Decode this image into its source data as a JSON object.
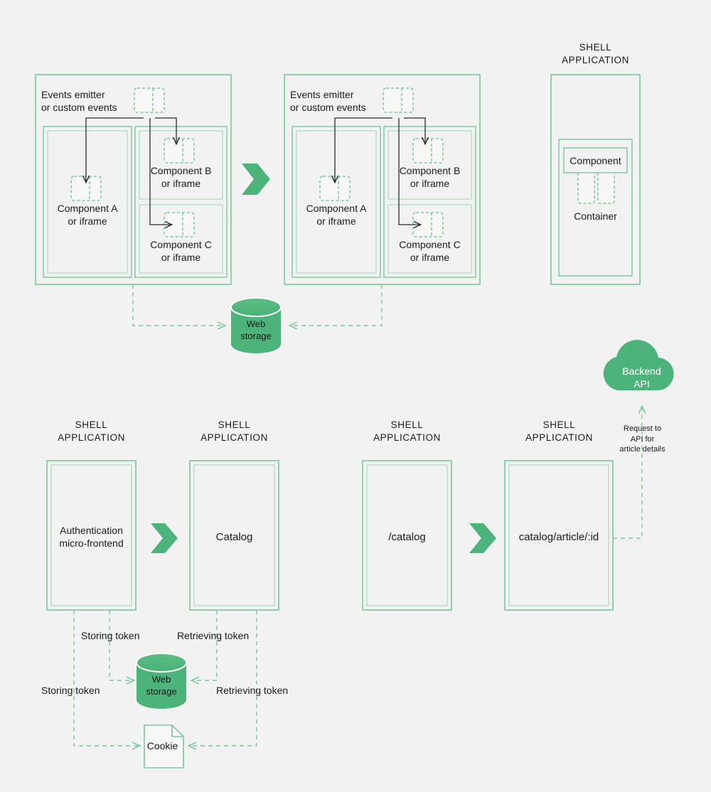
{
  "palette": {
    "background": "#f2f2f2",
    "box_stroke": "#7ac79b",
    "accent_fill": "#4cb37a",
    "dash_stroke": "#79c79c",
    "arrow_stroke": "#2b2b2b",
    "text": "#1a1a1a",
    "white": "#ffffff"
  },
  "top_section": {
    "panels": [
      {
        "id": "panel-left",
        "emitter_label": "Events emitter\nor custom events",
        "components": [
          {
            "id": "component-a",
            "label": "Component A\nor iframe"
          },
          {
            "id": "component-b",
            "label": "Component B\nor iframe"
          },
          {
            "id": "component-c",
            "label": "Component C\nor iframe"
          }
        ]
      },
      {
        "id": "panel-right",
        "emitter_label": "Events emitter\nor custom events",
        "components": [
          {
            "id": "component-a",
            "label": "Component A\nor iframe"
          },
          {
            "id": "component-b",
            "label": "Component B\nor iframe"
          },
          {
            "id": "component-c",
            "label": "Component C\nor iframe"
          }
        ]
      }
    ],
    "shell": {
      "caption": "SHELL\nAPPLICATION",
      "component_label": "Component",
      "container_label": "Container"
    },
    "web_storage_label": "Web\nstorage"
  },
  "bottom_section": {
    "steps": [
      {
        "id": "step-auth",
        "caption": "SHELL\nAPPLICATION",
        "label": "Authentication\nmicro-frontend"
      },
      {
        "id": "step-catalog",
        "caption": "SHELL\nAPPLICATION",
        "label": "Catalog"
      },
      {
        "id": "step-route",
        "caption": "SHELL\nAPPLICATION",
        "label": "/catalog"
      },
      {
        "id": "step-article",
        "caption": "SHELL\nAPPLICATION",
        "label": "catalog/article/:id"
      }
    ],
    "backend": {
      "label": "Backend\nAPI",
      "request_label": "Request to\nAPI for\narticle details"
    },
    "storage": {
      "web_storage_label": "Web\nstorage",
      "cookie_label": "Cookie"
    },
    "edge_labels": {
      "storing_token_upper": "Storing token",
      "storing_token_lower": "Storing token",
      "retrieving_token_upper": "Retrieving token",
      "retrieving_token_lower": "Retrieving token"
    }
  }
}
